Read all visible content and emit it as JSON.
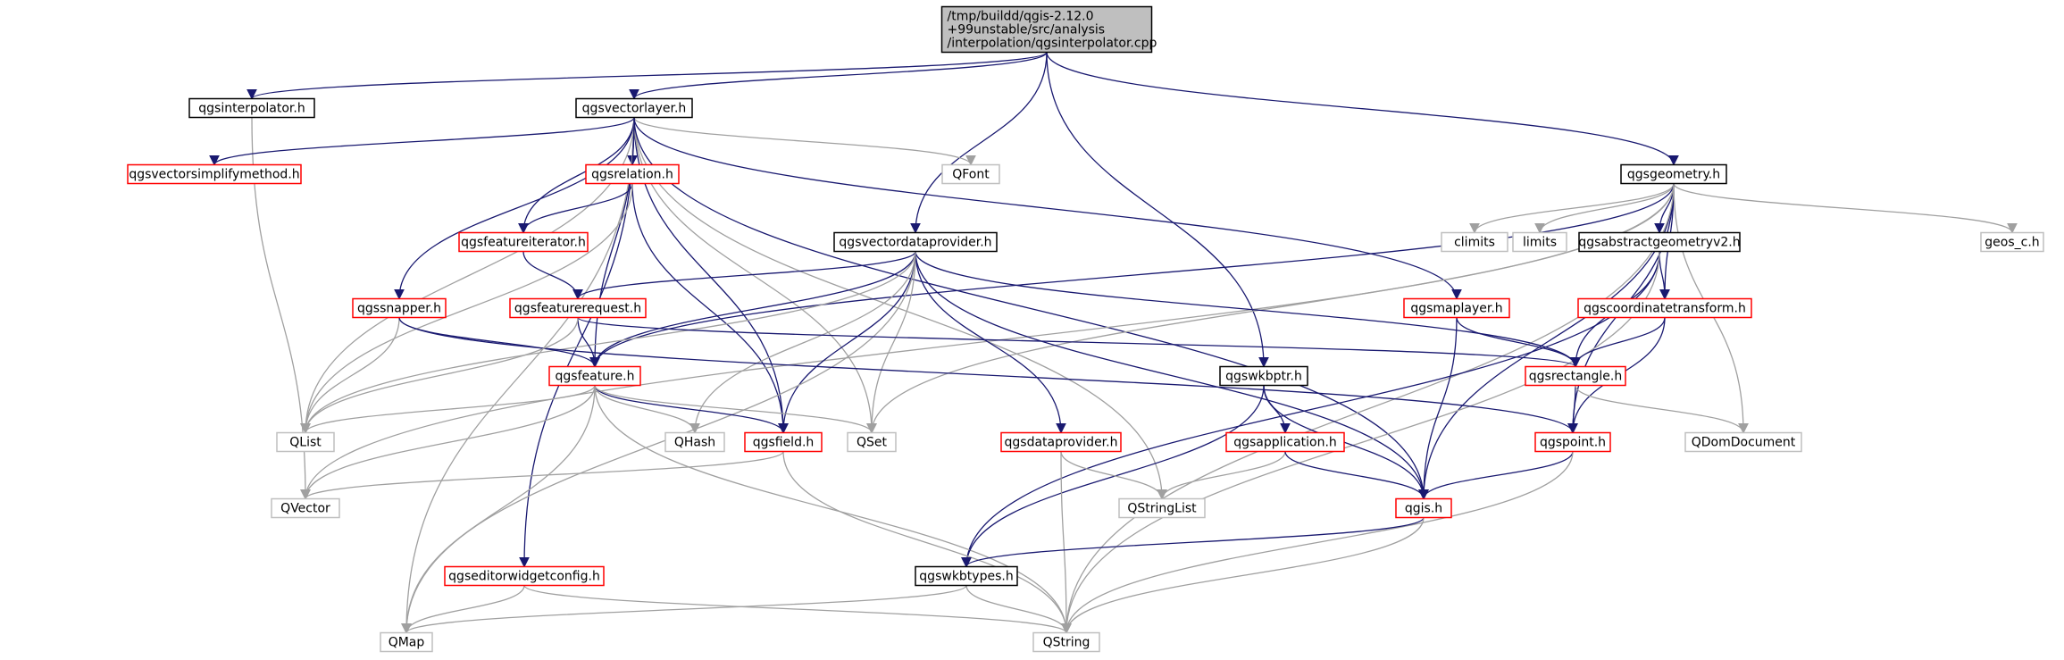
{
  "colors": {
    "edge": "#191970",
    "edge_gray": "#a0a0a0",
    "root_fill": "#bfbfbf",
    "border_black": "#000000",
    "border_red": "#ff0000",
    "border_gray": "#bfbfbf"
  },
  "nodes": [
    {
      "id": "root",
      "lines": [
        "/tmp/buildd/qgis-2.12.0",
        "+99unstable/src/analysis",
        "/interpolation/qgsinterpolator.cpp"
      ],
      "style": "root"
    },
    {
      "id": "qgsinterpolator",
      "lines": [
        "qgsinterpolator.h"
      ],
      "style": "black"
    },
    {
      "id": "qgsvectorlayer",
      "lines": [
        "qgsvectorlayer.h"
      ],
      "style": "black"
    },
    {
      "id": "qgsvectorsimplifymethod",
      "lines": [
        "qgsvectorsimplifymethod.h"
      ],
      "style": "red"
    },
    {
      "id": "qgsrelation",
      "lines": [
        "qgsrelation.h"
      ],
      "style": "red"
    },
    {
      "id": "qfont",
      "lines": [
        "QFont"
      ],
      "style": "gray"
    },
    {
      "id": "qgsgeometry",
      "lines": [
        "qgsgeometry.h"
      ],
      "style": "black"
    },
    {
      "id": "qgsfeatureiterator",
      "lines": [
        "qgsfeatureiterator.h"
      ],
      "style": "red"
    },
    {
      "id": "qgsvectordataprovider",
      "lines": [
        "qgsvectordataprovider.h"
      ],
      "style": "black"
    },
    {
      "id": "climits",
      "lines": [
        "climits"
      ],
      "style": "gray"
    },
    {
      "id": "limits",
      "lines": [
        "limits"
      ],
      "style": "gray"
    },
    {
      "id": "qgsabstractgeometryv2",
      "lines": [
        "qgsabstractgeometryv2.h"
      ],
      "style": "black"
    },
    {
      "id": "geosc",
      "lines": [
        "geos_c.h"
      ],
      "style": "gray"
    },
    {
      "id": "qgssnapper",
      "lines": [
        "qgssnapper.h"
      ],
      "style": "red"
    },
    {
      "id": "qgsfeaturerequest",
      "lines": [
        "qgsfeaturerequest.h"
      ],
      "style": "red"
    },
    {
      "id": "qgsmaplayer",
      "lines": [
        "qgsmaplayer.h"
      ],
      "style": "red"
    },
    {
      "id": "qgscoordinatetransform",
      "lines": [
        "qgscoordinatetransform.h"
      ],
      "style": "red"
    },
    {
      "id": "qgsfeature",
      "lines": [
        "qgsfeature.h"
      ],
      "style": "red"
    },
    {
      "id": "qgswkbptr",
      "lines": [
        "qgswkbptr.h"
      ],
      "style": "black"
    },
    {
      "id": "qgsrectangle",
      "lines": [
        "qgsrectangle.h"
      ],
      "style": "red"
    },
    {
      "id": "qlist",
      "lines": [
        "QList"
      ],
      "style": "gray"
    },
    {
      "id": "qhash",
      "lines": [
        "QHash"
      ],
      "style": "gray"
    },
    {
      "id": "qgsfield",
      "lines": [
        "qgsfield.h"
      ],
      "style": "red"
    },
    {
      "id": "qset",
      "lines": [
        "QSet"
      ],
      "style": "gray"
    },
    {
      "id": "qgsdataprovider",
      "lines": [
        "qgsdataprovider.h"
      ],
      "style": "red"
    },
    {
      "id": "qgsapplication",
      "lines": [
        "qgsapplication.h"
      ],
      "style": "red"
    },
    {
      "id": "qgspoint",
      "lines": [
        "qgspoint.h"
      ],
      "style": "red"
    },
    {
      "id": "qdomdocument",
      "lines": [
        "QDomDocument"
      ],
      "style": "gray"
    },
    {
      "id": "qvector",
      "lines": [
        "QVector"
      ],
      "style": "gray"
    },
    {
      "id": "qstringlist",
      "lines": [
        "QStringList"
      ],
      "style": "gray"
    },
    {
      "id": "qgis",
      "lines": [
        "qgis.h"
      ],
      "style": "red"
    },
    {
      "id": "qgseditorwidgetconfig",
      "lines": [
        "qgseditorwidgetconfig.h"
      ],
      "style": "red"
    },
    {
      "id": "qgswkbtypes",
      "lines": [
        "qgswkbtypes.h"
      ],
      "style": "black"
    },
    {
      "id": "qmap",
      "lines": [
        "QMap"
      ],
      "style": "gray"
    },
    {
      "id": "qstring",
      "lines": [
        "QString"
      ],
      "style": "gray"
    }
  ],
  "edges": [
    [
      "root",
      "qgsinterpolator"
    ],
    [
      "root",
      "qgsvectorlayer"
    ],
    [
      "root",
      "qgsgeometry"
    ],
    [
      "root",
      "qgsvectordataprovider"
    ],
    [
      "root",
      "qgswkbptr"
    ],
    [
      "qgsinterpolator",
      "qvector"
    ],
    [
      "qgsvectorlayer",
      "qgsvectorsimplifymethod"
    ],
    [
      "qgsvectorlayer",
      "qgsrelation"
    ],
    [
      "qgsvectorlayer",
      "qfont"
    ],
    [
      "qgsvectorlayer",
      "qgsfeatureiterator"
    ],
    [
      "qgsvectorlayer",
      "qgssnapper"
    ],
    [
      "qgsvectorlayer",
      "qgsfeature"
    ],
    [
      "qgsvectorlayer",
      "qgsfield"
    ],
    [
      "qgsvectorlayer",
      "qlist"
    ],
    [
      "qgsvectorlayer",
      "qmap"
    ],
    [
      "qgsvectorlayer",
      "qset"
    ],
    [
      "qgsvectorlayer",
      "qstringlist"
    ],
    [
      "qgsvectorlayer",
      "qgis"
    ],
    [
      "qgsvectorlayer",
      "qgsmaplayer"
    ],
    [
      "qgsvectorlayer",
      "qgseditorwidgetconfig"
    ],
    [
      "qgsrelation",
      "qgsfeatureiterator"
    ],
    [
      "qgsrelation",
      "qgsfield"
    ],
    [
      "qgsrelation",
      "qlist"
    ],
    [
      "qgsfeatureiterator",
      "qgsfeaturerequest"
    ],
    [
      "qgsgeometry",
      "climits"
    ],
    [
      "qgsgeometry",
      "limits"
    ],
    [
      "qgsgeometry",
      "qgsabstractgeometryv2"
    ],
    [
      "qgsgeometry",
      "geosc"
    ],
    [
      "qgsgeometry",
      "qgscoordinatetransform"
    ],
    [
      "qgsgeometry",
      "qgsfeature"
    ],
    [
      "qgsgeometry",
      "qgspoint"
    ],
    [
      "qgsgeometry",
      "qdomdocument"
    ],
    [
      "qgsgeometry",
      "qgis"
    ],
    [
      "qgsgeometry",
      "qstring"
    ],
    [
      "qgsgeometry",
      "qvector"
    ],
    [
      "qgsgeometry",
      "qset"
    ],
    [
      "qgsvectordataprovider",
      "qgsfeaturerequest"
    ],
    [
      "qgsvectordataprovider",
      "qgsfeature"
    ],
    [
      "qgsvectordataprovider",
      "qhash"
    ],
    [
      "qgsvectordataprovider",
      "qgsfield"
    ],
    [
      "qgsvectordataprovider",
      "qset"
    ],
    [
      "qgsvectordataprovider",
      "qgsdataprovider"
    ],
    [
      "qgsvectordataprovider",
      "qgis"
    ],
    [
      "qgsvectordataprovider",
      "qgsrectangle"
    ],
    [
      "qgsvectordataprovider",
      "qlist"
    ],
    [
      "qgsvectordataprovider",
      "qmap"
    ],
    [
      "qgsabstractgeometryv2",
      "qgsrectangle"
    ],
    [
      "qgsabstractgeometryv2",
      "qgscoordinatetransform"
    ],
    [
      "qgsabstractgeometryv2",
      "qgswkbtypes"
    ],
    [
      "qgsabstractgeometryv2",
      "qstring"
    ],
    [
      "qgssnapper",
      "qgsfeature"
    ],
    [
      "qgssnapper",
      "qlist"
    ],
    [
      "qgssnapper",
      "qgspoint"
    ],
    [
      "qgsfeaturerequest",
      "qgsfeature"
    ],
    [
      "qgsfeaturerequest",
      "qgsrectangle"
    ],
    [
      "qgsfeaturerequest",
      "qlist"
    ],
    [
      "qgsmaplayer",
      "qgsrectangle"
    ],
    [
      "qgsmaplayer",
      "qgis"
    ],
    [
      "qgscoordinatetransform",
      "qgsrectangle"
    ],
    [
      "qgscoordinatetransform",
      "qgspoint"
    ],
    [
      "qgsfeature",
      "qlist"
    ],
    [
      "qgsfeature",
      "qhash"
    ],
    [
      "qgsfeature",
      "qgsfield"
    ],
    [
      "qgsfeature",
      "qset"
    ],
    [
      "qgsfeature",
      "qvector"
    ],
    [
      "qgsfeature",
      "qmap"
    ],
    [
      "qgsfeature",
      "qstring"
    ],
    [
      "qgswkbptr",
      "qgsapplication"
    ],
    [
      "qgswkbptr",
      "qgis"
    ],
    [
      "qgswkbptr",
      "qgswkbtypes"
    ],
    [
      "qgsrectangle",
      "qgspoint"
    ],
    [
      "qgsrectangle",
      "qdomdocument"
    ],
    [
      "qgsfield",
      "qvector"
    ],
    [
      "qgsfield",
      "qstring"
    ],
    [
      "qgsdataprovider",
      "qstringlist"
    ],
    [
      "qgsdataprovider",
      "qstring"
    ],
    [
      "qgsapplication",
      "qstringlist"
    ],
    [
      "qgsapplication",
      "qgis"
    ],
    [
      "qgspoint",
      "qgis"
    ],
    [
      "qgspoint",
      "qstring"
    ],
    [
      "qgis",
      "qgswkbtypes"
    ],
    [
      "qgis",
      "qstring"
    ],
    [
      "qgseditorwidgetconfig",
      "qmap"
    ],
    [
      "qgseditorwidgetconfig",
      "qstring"
    ],
    [
      "qgswkbtypes",
      "qmap"
    ],
    [
      "qgswkbtypes",
      "qstring"
    ]
  ]
}
